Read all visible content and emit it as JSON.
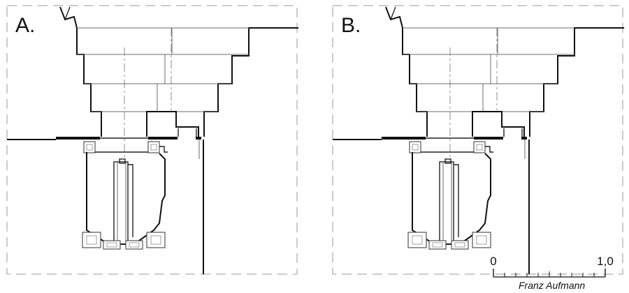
{
  "panels": [
    {
      "label": "A."
    },
    {
      "label": "B."
    }
  ],
  "scale": {
    "start_label": "0",
    "end_label": "1,0",
    "divisions": 10
  },
  "author": "Franz Aufmann",
  "colors": {
    "ink": "#111111",
    "frame": "#9a9a9a",
    "axis": "#8c8c8c"
  }
}
